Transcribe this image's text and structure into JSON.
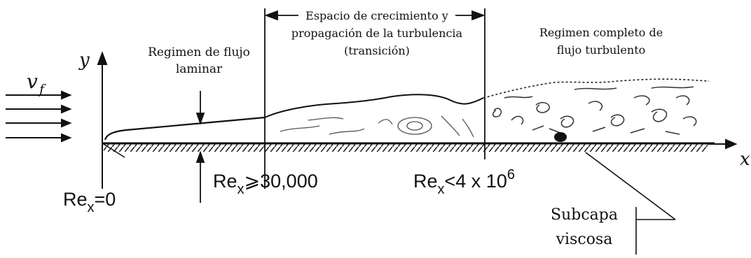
{
  "diagram": {
    "axis_y_label": "y",
    "axis_x_label": "x",
    "velocity_symbol": "v",
    "velocity_subscript": "f",
    "laminar_label_line1": "Regimen de flujo",
    "laminar_label_line2": "laminar",
    "transition_label_line1": "Espacio de crecimiento y",
    "transition_label_line2": "propagación de la turbulencia",
    "transition_label_line3": "(transición)",
    "turbulent_label_line1": "Regimen completo de",
    "turbulent_label_line2": "flujo turbulento",
    "re_zero": {
      "base": "Re",
      "sub": "x",
      "rest": "=0"
    },
    "re_laminar_limit": {
      "base": "Re",
      "sub": "x",
      "rest": "⩾30,000"
    },
    "re_turbulent_limit": {
      "base": "Re",
      "sub": "x",
      "rest": "<4 x 10",
      "sup": "6"
    },
    "sublayer_label_line1": "Subcapa",
    "sublayer_label_line2": "viscosa"
  }
}
